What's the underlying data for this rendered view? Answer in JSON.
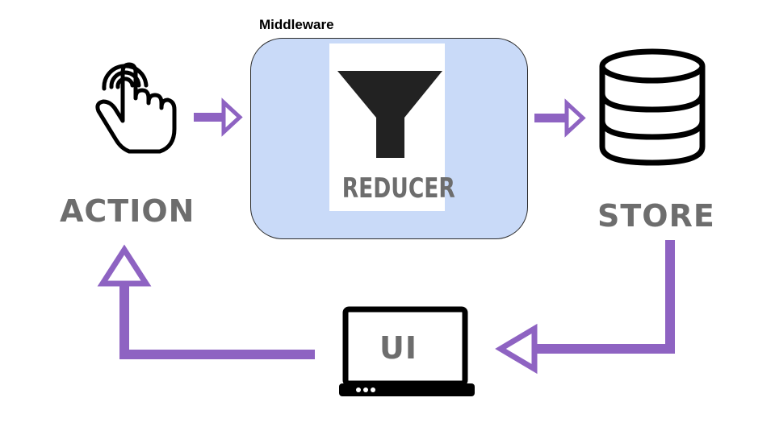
{
  "labels": {
    "middleware": "Middleware",
    "reducer": "REDUCER",
    "action": "ACTION",
    "store": "STORE",
    "ui": "UI"
  },
  "colors": {
    "arrow": "#8e63c2",
    "middleware_fill": "#c9daf8",
    "label_gray": "#6d6d6d",
    "icon": "#000000",
    "funnel": "#222222"
  },
  "icons": {
    "action": "touch-hand-icon",
    "reducer": "funnel-icon",
    "store": "database-icon",
    "ui": "laptop-icon"
  }
}
